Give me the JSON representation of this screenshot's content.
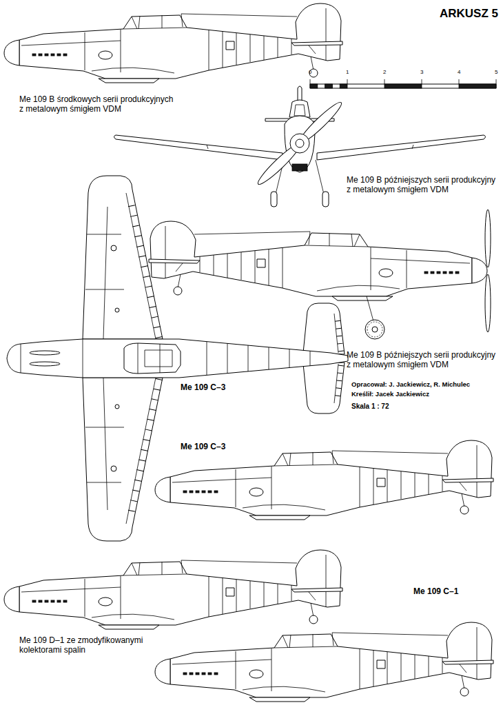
{
  "diagram": {
    "title": "ARKUSZ 5",
    "labels": [
      "0",
      "1",
      "2",
      "3",
      "4",
      "5",
      "Me 109 B środkowych serii produkcyjnych z metalowym śmigłem VDM",
      "Me 109 B późniejszych serii produkcyjny z metalowym śmigłem VDM",
      "Me 109 C–3",
      "Me 109 B późniejszych serii produkcyjny z metalowym śmigłem VDM",
      "Opracował: J. Jackiewicz, R. Michulec",
      "Kreślił: Jacek Jackiewicz",
      "Skala 1 : 72",
      "Me 109 C–3",
      "Me 109 C–1",
      "Me 109 D–1 ze zmodyfikowanymi kolektorami spalin"
    ]
  }
}
